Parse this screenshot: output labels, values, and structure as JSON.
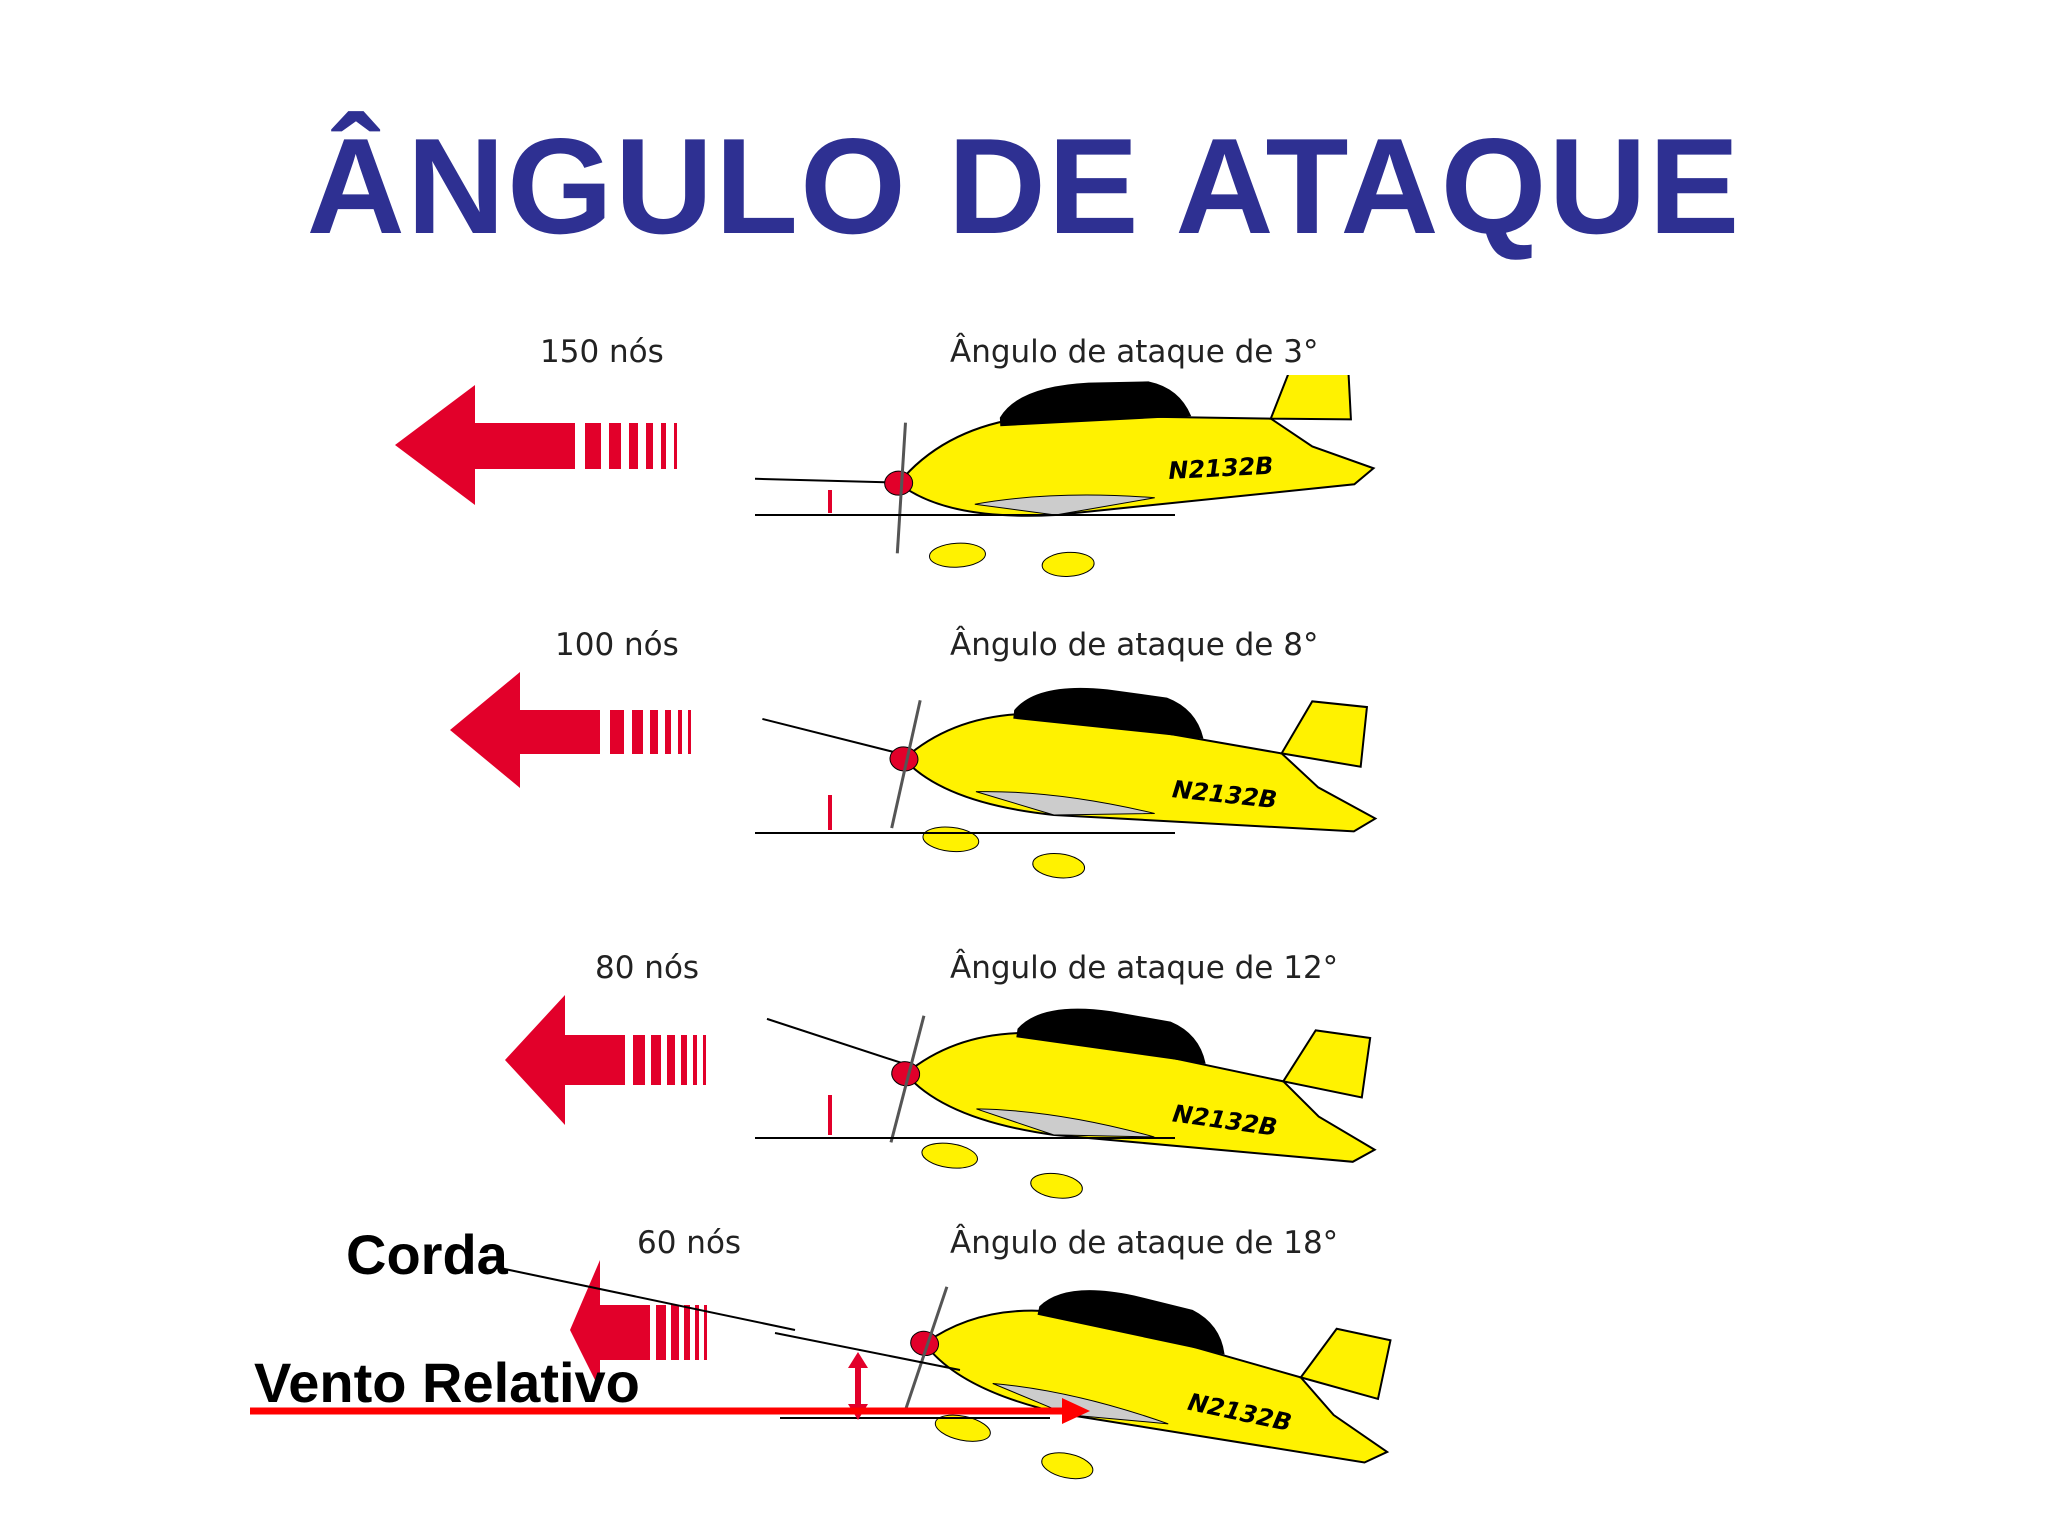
{
  "title": "ÂNGULO DE ATAQUE",
  "rows": [
    {
      "speed": "150 nós",
      "angle_label": "Ângulo de ataque de 3°",
      "registration": "N2132B",
      "angle_deg": 3
    },
    {
      "speed": "100 nós",
      "angle_label": "Ângulo de ataque de 8°",
      "registration": "N2132B",
      "angle_deg": 8
    },
    {
      "speed": "80 nós",
      "angle_label": "Ângulo de ataque de 12°",
      "registration": "N2132B",
      "angle_deg": 12
    },
    {
      "speed": "60 nós",
      "angle_label": "Ângulo de ataque de 18°",
      "registration": "N2132B",
      "angle_deg": 18
    }
  ],
  "labels": {
    "chord": "Corda",
    "relative_wind": "Vento Relativo"
  },
  "colors": {
    "title": "#2e3092",
    "wind_arrow": "#e2002a",
    "aircraft": "#fff200",
    "angle_indicator": "#e2002a",
    "relative_wind_line": "#ff0000"
  }
}
